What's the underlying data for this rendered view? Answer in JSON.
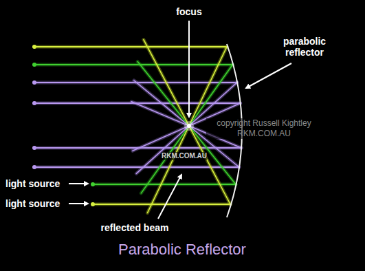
{
  "diagram": {
    "title": "Parabolic Reflector",
    "labels": [
      "focus",
      "parabolic reflector",
      "copyright Russell Kightley RKM.COM.AU",
      "RKM.COM.AU",
      "light source",
      "light source",
      "reflected beam"
    ]
  }
}
